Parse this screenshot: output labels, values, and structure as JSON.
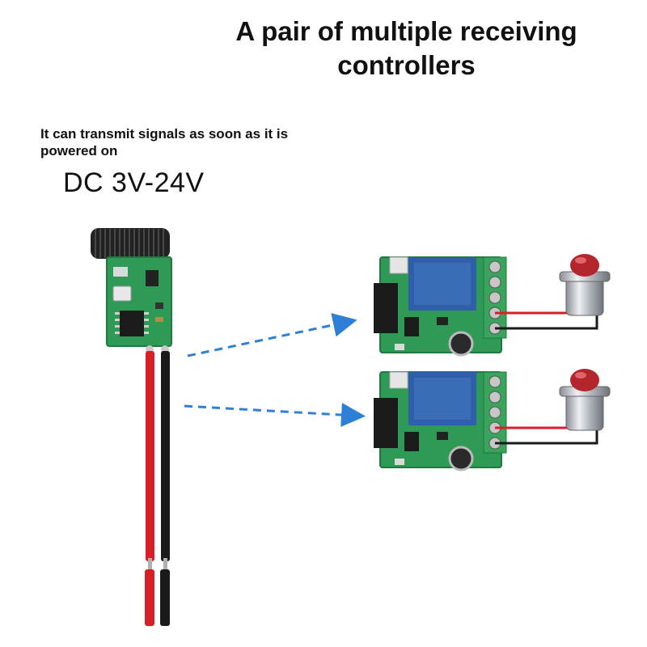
{
  "header": {
    "title_line1": "A pair of multiple receiving",
    "title_line2": "controllers"
  },
  "info": {
    "description_line1": "It can transmit signals as soon as it is",
    "description_line2": "powered on",
    "voltage": "DC 3V-24V"
  },
  "colors": {
    "pcb_green": "#2f9a55",
    "relay_blue": "#2f5fa8",
    "wire_red": "#d81f26",
    "wire_black": "#1a1a1a",
    "arrow_blue": "#2e7fd6",
    "button_red": "#b3262c"
  },
  "icons": [
    "transmitter-module-icon",
    "receiver-module-icon",
    "push-button-switch-icon",
    "signal-arrow-icon"
  ]
}
